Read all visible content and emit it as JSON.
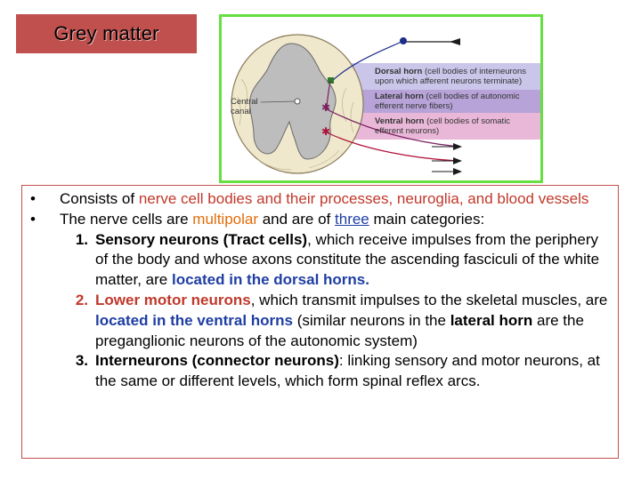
{
  "title": "Grey matter",
  "figure": {
    "central_canal": [
      "Central",
      "canal"
    ],
    "dorsal_horn": {
      "bold": "Dorsal horn",
      "rest": " (cell bodies of interneurons",
      "line2": "upon which afferent neurons terminate)"
    },
    "lateral_horn": {
      "bold": "Lateral horn",
      "rest": " (cell bodies of autonomic",
      "line2": "efferent nerve fibers)"
    },
    "ventral_horn": {
      "bold": "Ventral horn",
      "rest": " (cell bodies of somatic",
      "line2": "efferent neurons)"
    },
    "colors": {
      "dorsal_band": "#c9c6ea",
      "lateral_band": "#b7a3d8",
      "ventral_band": "#e9b8d8",
      "grey": "#bdbdbd",
      "white_matter": "#efe8cc"
    }
  },
  "bullets": [
    {
      "mark": "•",
      "parts": [
        {
          "t": "Consists of ",
          "c": ""
        },
        {
          "t": "nerve cell bodies and their processes, neuroglia, and blood vessels",
          "c": "red"
        }
      ]
    },
    {
      "mark": "•",
      "parts": [
        {
          "t": "The nerve cells are ",
          "c": ""
        },
        {
          "t": "multipolar",
          "c": "orange"
        },
        {
          "t": " and are of ",
          "c": ""
        },
        {
          "t": "three",
          "c": "blue underline"
        },
        {
          "t": " main categories:",
          "c": ""
        }
      ]
    }
  ],
  "numbered": [
    {
      "mark": "1.",
      "parts": [
        {
          "t": "Sensory neurons (Tract cells)",
          "c": "bold"
        },
        {
          "t": ", which receive impulses from the periphery of the body and whose axons constitute the ascending fasciculi of the white matter, are ",
          "c": ""
        },
        {
          "t": "located in the dorsal horns.",
          "c": "blue bold"
        }
      ]
    },
    {
      "mark": "2.",
      "mark_class": "red",
      "parts": [
        {
          "t": "Lower motor neurons",
          "c": "red bold"
        },
        {
          "t": ", which transmit impulses to the skeletal muscles, are ",
          "c": ""
        },
        {
          "t": "located in the ventral horns",
          "c": "blue bold"
        },
        {
          "t": " (similar neurons in the ",
          "c": ""
        },
        {
          "t": "lateral horn",
          "c": "bold"
        },
        {
          "t": " are the preganglionic neurons of the autonomic system)",
          "c": ""
        }
      ]
    },
    {
      "mark": "3.",
      "parts": [
        {
          "t": "Interneurons (connector neurons)",
          "c": "bold"
        },
        {
          "t": ": linking sensory and motor neurons, at the same or different levels, which form spinal reflex arcs.",
          "c": ""
        }
      ]
    }
  ]
}
